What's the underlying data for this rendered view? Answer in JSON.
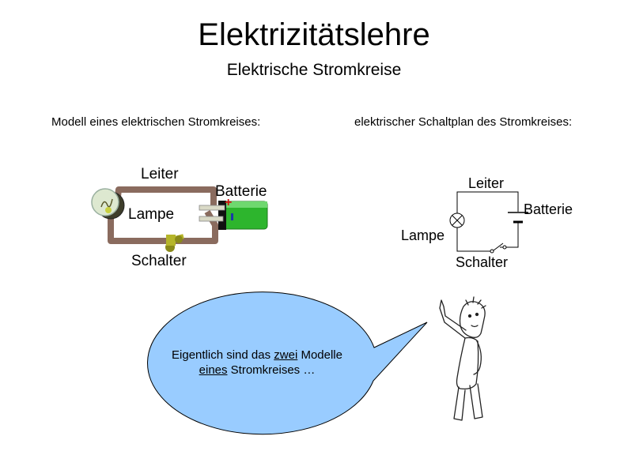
{
  "slide": {
    "title": "Elektrizitätslehre",
    "subtitle": "Elektrische Stromkreise"
  },
  "model": {
    "heading": "Modell eines elektrischen Stromkreises:",
    "labels": {
      "leiter": "Leiter",
      "batterie": "Batterie",
      "lampe": "Lampe",
      "schalter": "Schalter"
    },
    "battery_plus": "+"
  },
  "plan": {
    "heading": "elektrischer Schaltplan des Stromkreises:",
    "labels": {
      "leiter": "Leiter",
      "batterie": "Batterie",
      "lampe": "Lampe",
      "schalter": "Schalter"
    }
  },
  "speech": {
    "part1": "Eigentlich sind das ",
    "emph1": "zwei",
    "part2": " Modelle",
    "emph2": "eines",
    "part3": " Stromkreises …"
  },
  "colors": {
    "wire": "#8a6b5e",
    "battery": "#2db52d",
    "bubble": "#99ccff",
    "switch_contact": "#8a8a1a"
  }
}
